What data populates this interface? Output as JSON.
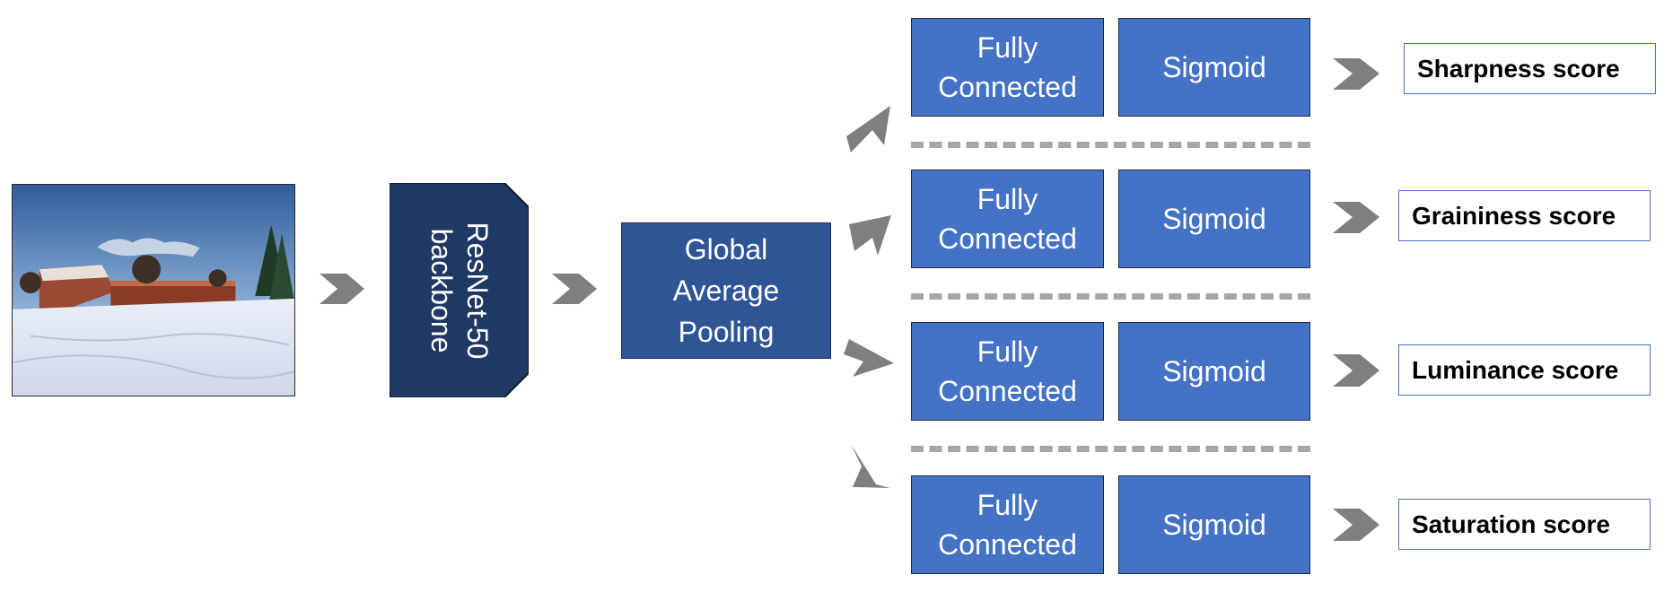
{
  "input_image": {
    "description_icon": "photo-icon"
  },
  "backbone": {
    "label": "ResNet-50 backbone",
    "line1": "ResNet-50",
    "line2": "backbone"
  },
  "pooling": {
    "line1": "Global",
    "line2": "Average",
    "line3": "Pooling"
  },
  "heads": [
    {
      "fc_line1": "Fully",
      "fc_line2": "Connected",
      "sigmoid": "Sigmoid",
      "score": "Sharpness score"
    },
    {
      "fc_line1": "Fully",
      "fc_line2": "Connected",
      "sigmoid": "Sigmoid",
      "score": "Graininess score"
    },
    {
      "fc_line1": "Fully",
      "fc_line2": "Connected",
      "sigmoid": "Sigmoid",
      "score": "Luminance score"
    },
    {
      "fc_line1": "Fully",
      "fc_line2": "Connected",
      "sigmoid": "Sigmoid",
      "score": "Saturation score"
    }
  ],
  "colors": {
    "block": "#4472c4",
    "pooling": "#2f5597",
    "backbone": "#203864",
    "arrow": "#7f7f7f",
    "dash": "#a6a6a6"
  }
}
